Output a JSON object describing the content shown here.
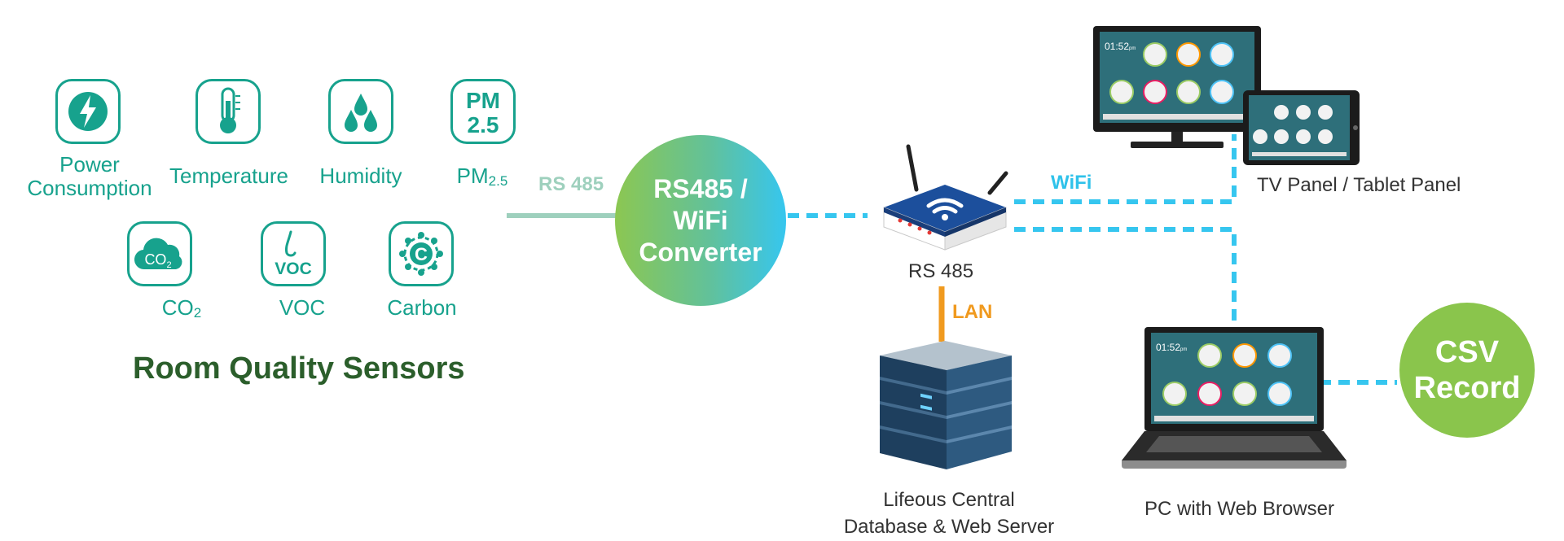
{
  "sensors": {
    "title": "Room Quality Sensors",
    "items": [
      {
        "name": "power",
        "label_lines": [
          "Power",
          "Consumption"
        ]
      },
      {
        "name": "temperature",
        "label": "Temperature"
      },
      {
        "name": "humidity",
        "label": "Humidity"
      },
      {
        "name": "pm25",
        "label": "PM",
        "label_sub": "2.5",
        "icon_text_top": "PM",
        "icon_text_bottom": "2.5"
      },
      {
        "name": "co2",
        "label": "CO",
        "label_sub": "2",
        "icon_text": "CO",
        "icon_sub": "2"
      },
      {
        "name": "voc",
        "label": "VOC",
        "icon_text": "VOC"
      },
      {
        "name": "carbon",
        "label": "Carbon",
        "icon_text": "C"
      }
    ]
  },
  "links": {
    "rs485_line": "RS 485",
    "wifi": "WiFi",
    "lan": "LAN"
  },
  "converter": {
    "lines": [
      "RS485 /",
      "WiFi",
      "Converter"
    ]
  },
  "router": {
    "label": "RS 485"
  },
  "server": {
    "lines": [
      "Lifeous Central",
      "Database & Web Server"
    ]
  },
  "tv_panel": {
    "label": "TV Panel / Tablet Panel",
    "clock": "01:52",
    "clock_suffix": "pm"
  },
  "pc": {
    "label": "PC with Web  Browser",
    "clock": "01:52",
    "clock_suffix": "pm"
  },
  "csv": {
    "lines": [
      "CSV",
      "Record"
    ]
  },
  "colors": {
    "teal": "#17a28d",
    "dark_green": "#2b5e2b",
    "wifi_blue": "#2fc2ea",
    "lan_orange": "#f09a1f",
    "csv_green": "#8ac54c"
  }
}
